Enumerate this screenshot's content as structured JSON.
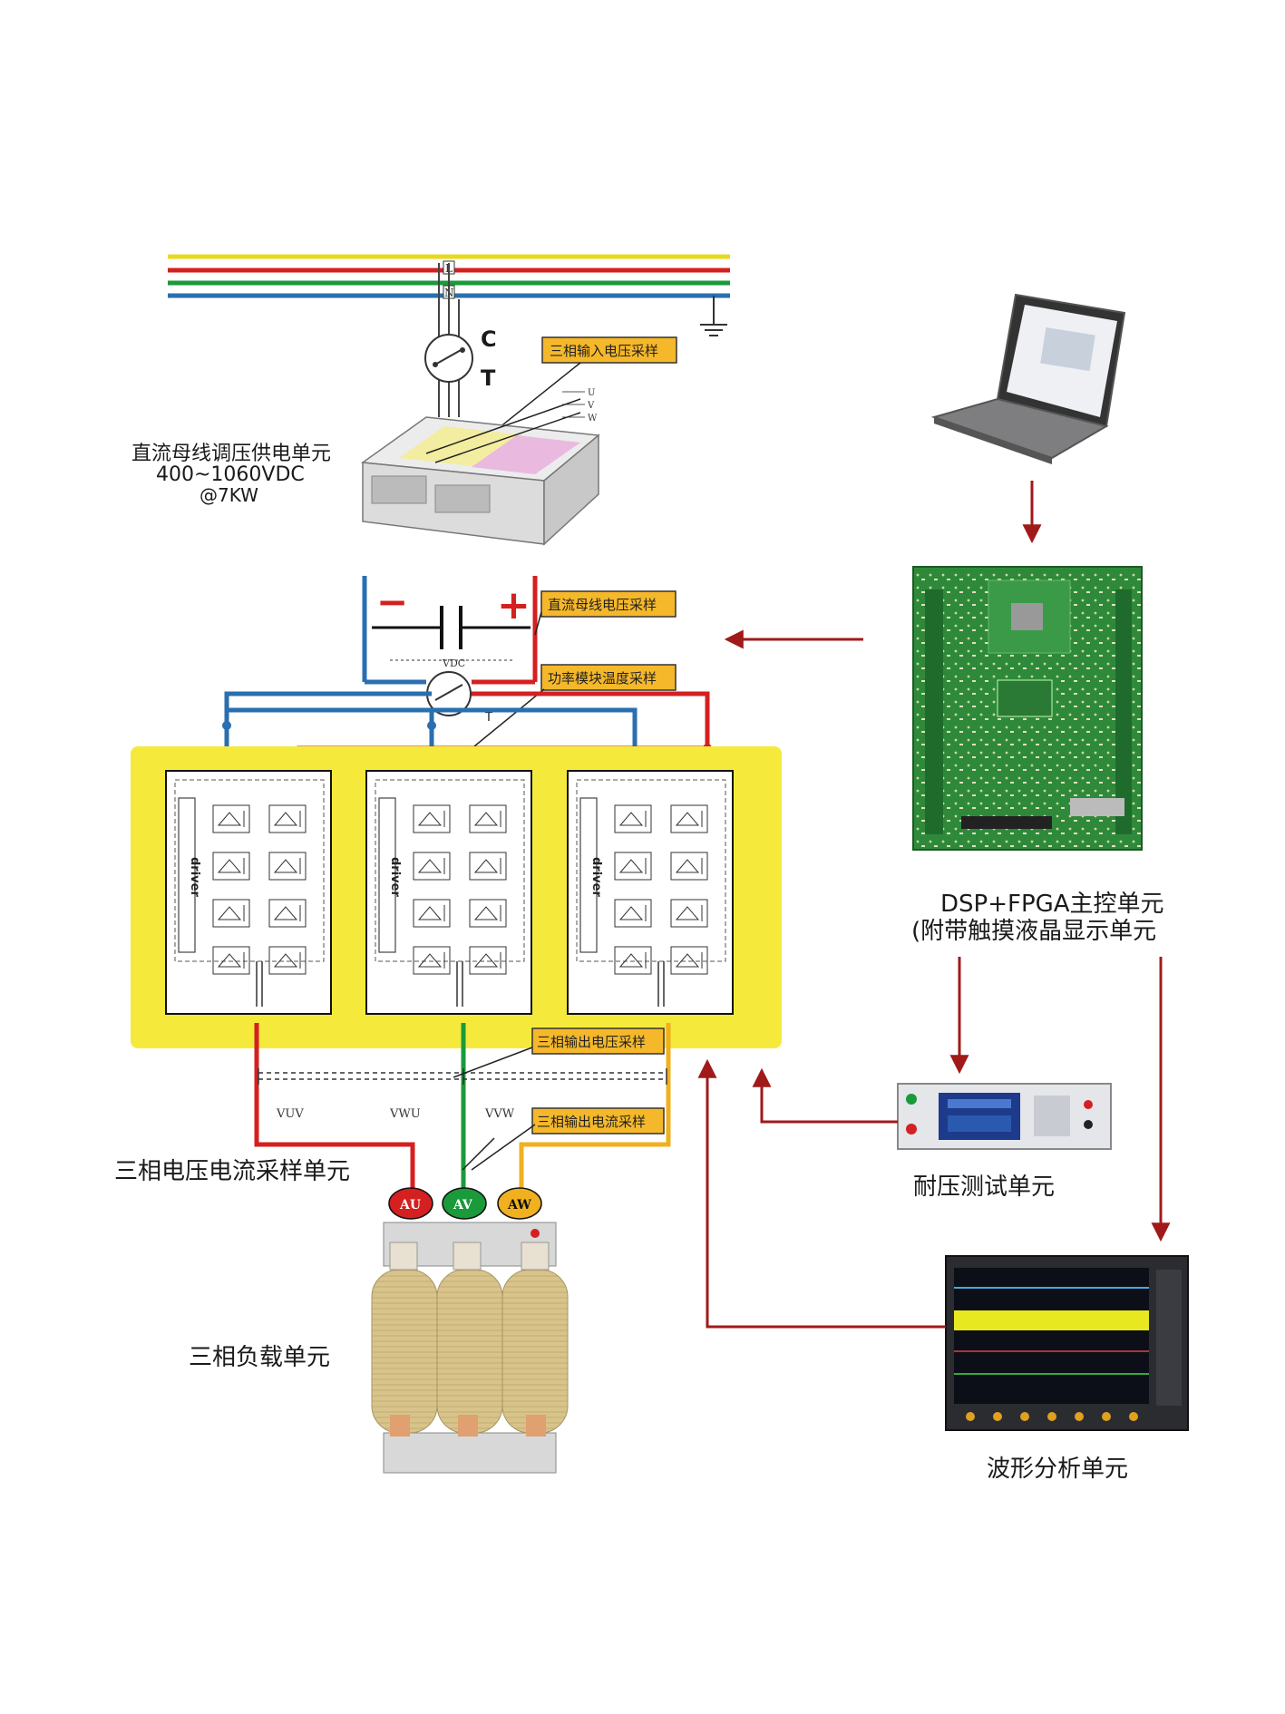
{
  "labels": {
    "dc_supply_title": "直流母线调压供电单元",
    "dc_supply_voltage": "400~1060VDC",
    "dc_supply_power": "@7KW",
    "main_control_title": "DSP+FPGA主控单元",
    "main_control_subtitle": "(附带触摸液晶显示单元",
    "hipot_unit": "耐压测试单元",
    "waveform_unit": "波形分析单元",
    "sampling_unit": "三相电压电流采样单元",
    "load_unit": "三相负载单元"
  },
  "tags": {
    "input_voltage": "三相输入电压采样",
    "bus_voltage": "直流母线电压采样",
    "module_temp": "功率模块温度采样",
    "output_voltage": "三相输出电压采样",
    "output_current": "三相输出电流采样"
  },
  "symbols": {
    "breaker_c": "C",
    "breaker_t": "T",
    "breaker2_t": "T",
    "line_l": "L",
    "line_n": "N",
    "input_u": "U",
    "input_v": "V",
    "input_w": "W",
    "bus_minus": "−",
    "bus_plus": "+",
    "vdc": "VDC",
    "driver": "driver",
    "v_uv": "VUV",
    "v_wu": "VWU",
    "v_vw": "VVW",
    "a_u": "AU",
    "a_v": "AV",
    "a_w": "AW"
  },
  "colors": {
    "line_yellow": "#e8d820",
    "line_red": "#d42020",
    "line_green": "#1a9a3a",
    "line_blue": "#2a6fb0",
    "bus_red": "#d42020",
    "bus_blue": "#2a6fb0",
    "panel_yellow": "#f5ea3c",
    "tag_fill": "#f5b82a",
    "arrow": "#a01a1a",
    "phase_u": "#d42020",
    "phase_v": "#1a9a3a",
    "phase_w": "#f0b020"
  }
}
